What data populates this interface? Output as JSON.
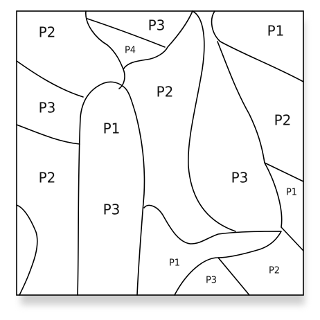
{
  "puzzle": {
    "border_color": "#000000",
    "background_color": "#ffffff",
    "shadow_color": "#cfcfcf",
    "labels": {
      "r1": "P2",
      "r2": "P3",
      "r3": "P4",
      "r4": "P1",
      "r5": "P2",
      "r6": "P3",
      "r7": "P1",
      "r8": "P2",
      "r9": "P2",
      "r10": "P3",
      "r11": "P3",
      "r12": "P1",
      "r13": "P1",
      "r14": "P3",
      "r15": "P2"
    }
  }
}
